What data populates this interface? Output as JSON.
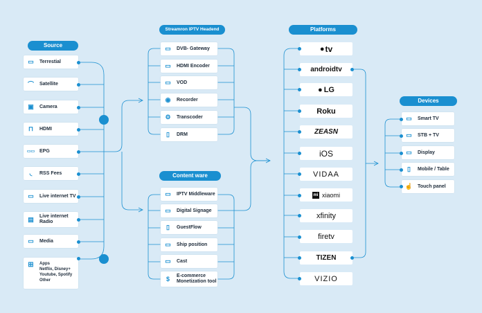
{
  "headers": {
    "source": "Source",
    "headend": "Streamron IPTV Headend",
    "platforms": "Platforms",
    "content": "Content ware",
    "devices": "Devices"
  },
  "source": [
    {
      "label": "Terrestial",
      "icon": "terrestrial-icon"
    },
    {
      "label": "Satellite",
      "icon": "satellite-icon"
    },
    {
      "label": "Camera",
      "icon": "camera-icon"
    },
    {
      "label": "HDMI",
      "icon": "hdmi-icon"
    },
    {
      "label": "EPG",
      "icon": "epg-icon"
    },
    {
      "label": "RSS Fees",
      "icon": "rss-icon"
    },
    {
      "label": "Live internet TV",
      "icon": "live-tv-icon"
    },
    {
      "label": "Live internet Radio",
      "icon": "radio-icon"
    },
    {
      "label": "Media",
      "icon": "media-icon"
    }
  ],
  "apps": {
    "title": "Apps",
    "detail": "Netflix, Disney+ Youtube, Spotify Other"
  },
  "headend": [
    {
      "label": "DVB- Gateway",
      "icon": "gateway-icon"
    },
    {
      "label": "HDMI Encoder",
      "icon": "encoder-icon"
    },
    {
      "label": "VOD",
      "icon": "vod-icon"
    },
    {
      "label": "Recorder",
      "icon": "recorder-icon"
    },
    {
      "label": "Transcoder",
      "icon": "transcoder-icon"
    },
    {
      "label": "DRM",
      "icon": "drm-icon"
    }
  ],
  "content": [
    {
      "label": "IPTV Middleware",
      "icon": "middleware-icon"
    },
    {
      "label": "Digital Signage",
      "icon": "signage-icon"
    },
    {
      "label": "GuestFlow",
      "icon": "guestflow-icon"
    },
    {
      "label": "Ship position",
      "icon": "ship-icon"
    },
    {
      "label": "Cast",
      "icon": "cast-icon"
    },
    {
      "label": "E-commerce Monetization tool",
      "icon": "ecommerce-icon"
    }
  ],
  "platforms": [
    {
      "label": "tv",
      "icon": "apple-icon"
    },
    {
      "label": "androidtv"
    },
    {
      "label": "LG",
      "icon": "lg-icon"
    },
    {
      "label": "Roku"
    },
    {
      "label": "ZEASN"
    },
    {
      "label": "iOS"
    },
    {
      "label": "VIDAA"
    },
    {
      "label": "xiaomi",
      "icon": "mi-icon"
    },
    {
      "label": "xfinity"
    },
    {
      "label": "firetv"
    },
    {
      "label": "TIZEN"
    },
    {
      "label": "VIZIO"
    }
  ],
  "devices": [
    {
      "label": "Smart TV",
      "icon": "smart-tv-icon"
    },
    {
      "label": "STB + TV",
      "icon": "stb-icon"
    },
    {
      "label": "Display",
      "icon": "display-icon"
    },
    {
      "label": "Mobile / Table",
      "icon": "mobile-icon"
    },
    {
      "label": "Touch panel",
      "icon": "touch-icon"
    }
  ]
}
